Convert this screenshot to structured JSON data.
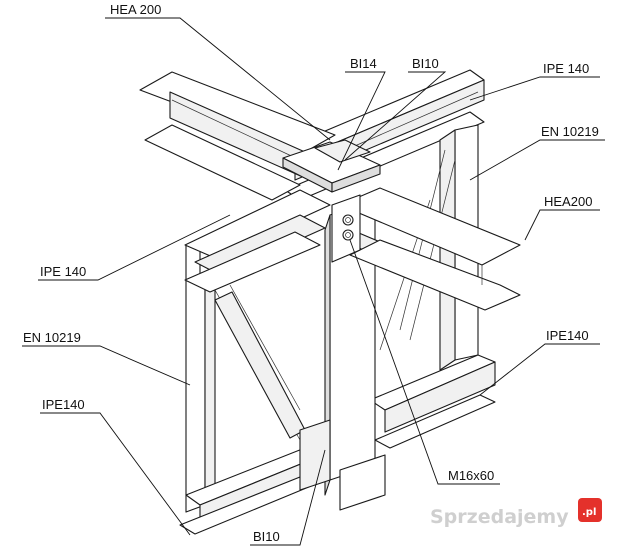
{
  "labels": {
    "hea200_top": "HEA 200",
    "bi14": "BI14",
    "bi10_top": "BI10",
    "ipe140_top_right": "IPE 140",
    "en10219_right": "EN 10219",
    "hea200_right": "HEA200",
    "ipe140_left": "IPE 140",
    "en10219_left": "EN 10219",
    "ipe140_right_lower": "IPE140",
    "ipe140_left_lower": "IPE140",
    "m16x60": "M16x60",
    "bi10_bottom": "BI10"
  },
  "watermark": {
    "text": "Sprzedajemy",
    "suffix": ".pl",
    "accent_color": "#e4312b"
  },
  "colors": {
    "line": "#1a1a1a",
    "text": "#111111",
    "background": "#ffffff"
  }
}
